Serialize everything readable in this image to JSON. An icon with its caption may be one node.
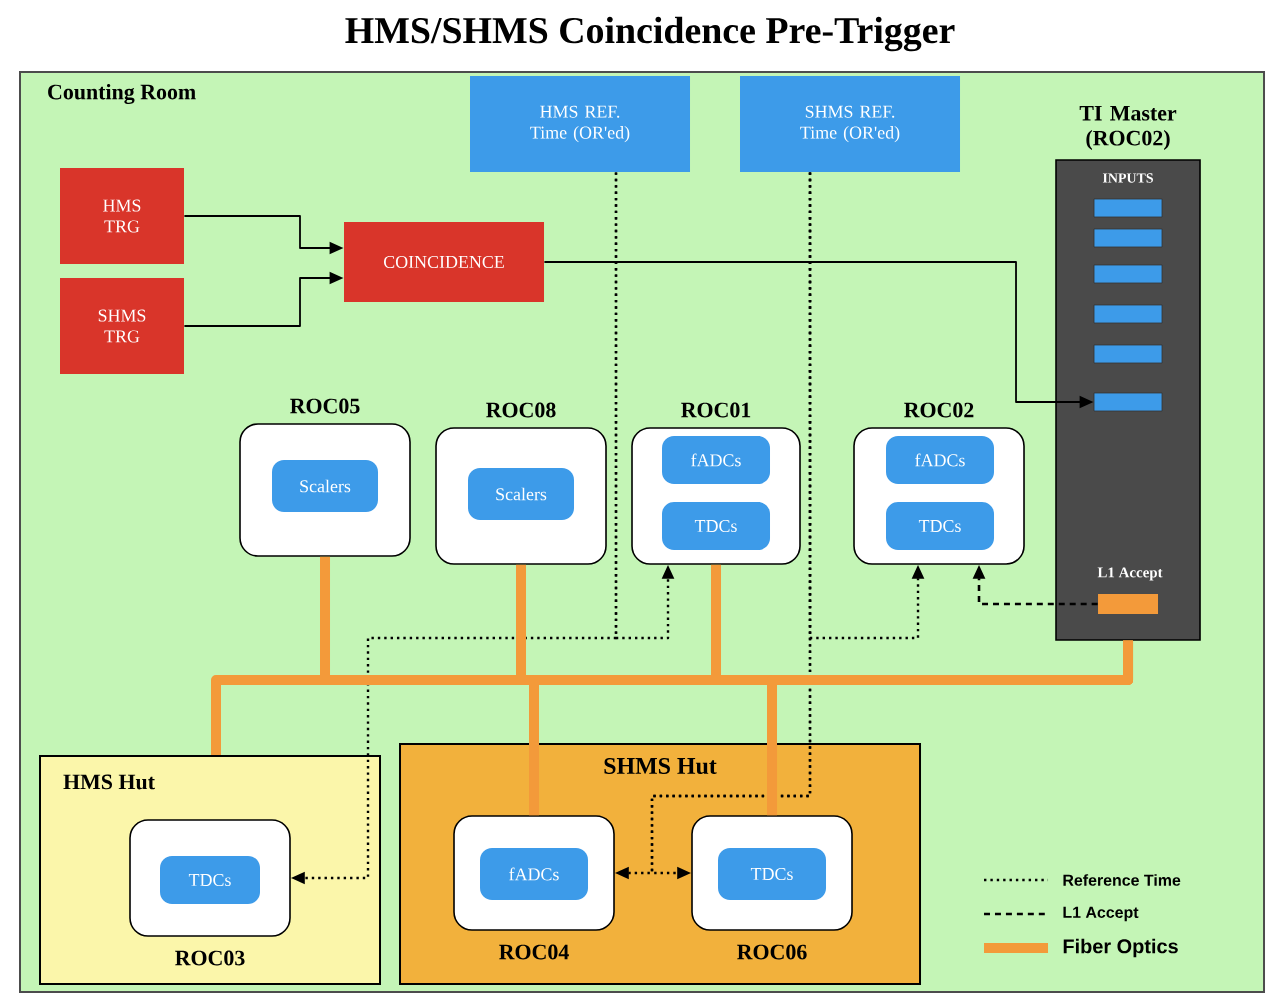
{
  "diagram": {
    "title": "HMS/SHMS Coincidence Pre-Trigger",
    "nodes": [
      {
        "text": [
          "Counting Room"
        ]
      },
      {
        "text": [
          "HMS REF. Time (OR'ed)"
        ],
        "in": 0
      },
      {
        "text": [
          "SHMS REF. Time (OR'ed)"
        ],
        "in": 0
      },
      {
        "text": [
          "TI Master (ROC02)",
          "INPUTS"
        ],
        "in": 0
      },
      {
        "text": [
          "HMS TRG"
        ],
        "in": 0
      },
      {
        "text": [
          "SHMS TRG"
        ],
        "in": 0
      },
      {
        "text": [
          "COINCIDENCE"
        ],
        "in": 0
      },
      {
        "text": [],
        "shape": "box",
        "in": 3
      },
      {
        "text": [],
        "shape": "box",
        "in": 3
      },
      {
        "text": [],
        "shape": "box",
        "in": 3
      },
      {
        "text": [],
        "shape": "box",
        "in": 3
      },
      {
        "text": [],
        "shape": "box",
        "in": 3
      },
      {
        "text": [],
        "shape": "box",
        "in": 3
      },
      {
        "text": [
          "L1 Accept"
        ],
        "in": 3
      },
      {
        "text": [
          "ROC05"
        ],
        "in": 0
      },
      {
        "text": [
          "Scalers"
        ],
        "in": 14
      },
      {
        "text": [
          "ROC08"
        ],
        "in": 0
      },
      {
        "text": [
          "Scalers"
        ],
        "in": 16
      },
      {
        "text": [
          "ROC01"
        ],
        "in": 0
      },
      {
        "text": [
          "fADCs"
        ],
        "in": 18
      },
      {
        "text": [
          "TDCs"
        ],
        "in": 18
      },
      {
        "text": [
          "ROC02"
        ],
        "in": 0
      },
      {
        "text": [
          "fADCs"
        ],
        "in": 21
      },
      {
        "text": [
          "TDCs"
        ],
        "in": 21
      },
      {
        "text": [
          "HMS Hut"
        ],
        "in": 0
      },
      {
        "text": [
          "ROC03"
        ],
        "in": 24
      },
      {
        "text": [
          "TDCs"
        ],
        "in": 25
      },
      {
        "text": [
          "SHMS Hut"
        ],
        "in": 0
      },
      {
        "text": [
          "ROC04"
        ],
        "in": 27
      },
      {
        "text": [
          "fADCs"
        ],
        "in": 28
      },
      {
        "text": [
          "ROC06"
        ],
        "in": 27
      },
      {
        "text": [
          "TDCs"
        ],
        "in": 30
      }
    ],
    "edges": [
      {
        "from": 4,
        "to": 6,
        "arrow": "to"
      },
      {
        "from": 5,
        "to": 6,
        "arrow": "to"
      },
      {
        "from": 6,
        "to": 12,
        "arrow": "to"
      },
      {
        "from": 1,
        "to": 18,
        "arrow": "to",
        "style": "dashed"
      },
      {
        "from": 1,
        "to": 25,
        "arrow": "to",
        "style": "dashed"
      },
      {
        "from": 2,
        "to": 21,
        "arrow": "to",
        "style": "dashed"
      },
      {
        "from": 2,
        "to": 28,
        "arrow": "to",
        "style": "dashed"
      },
      {
        "from": 2,
        "to": 30,
        "arrow": "to",
        "style": "dashed"
      },
      {
        "from": 13,
        "to": 21,
        "arrow": "to",
        "style": "dashed"
      },
      {
        "from": 3,
        "to": 14,
        "arrow": "none",
        "style": "thick",
        "color": "#f39a3a"
      },
      {
        "from": 3,
        "to": 16,
        "arrow": "none",
        "style": "thick",
        "color": "#f39a3a"
      },
      {
        "from": 3,
        "to": 18,
        "arrow": "none",
        "style": "thick",
        "color": "#f39a3a"
      },
      {
        "from": 3,
        "to": 24,
        "arrow": "none",
        "style": "thick",
        "color": "#f39a3a"
      },
      {
        "from": 3,
        "to": 28,
        "arrow": "none",
        "style": "thick",
        "color": "#f39a3a"
      },
      {
        "from": 3,
        "to": 30,
        "arrow": "none",
        "style": "thick",
        "color": "#f39a3a"
      }
    ],
    "legend": [
      {
        "text": "Reference Time"
      },
      {
        "text": "L1 Accept"
      },
      {
        "text": "Fiber Optics"
      }
    ]
  }
}
